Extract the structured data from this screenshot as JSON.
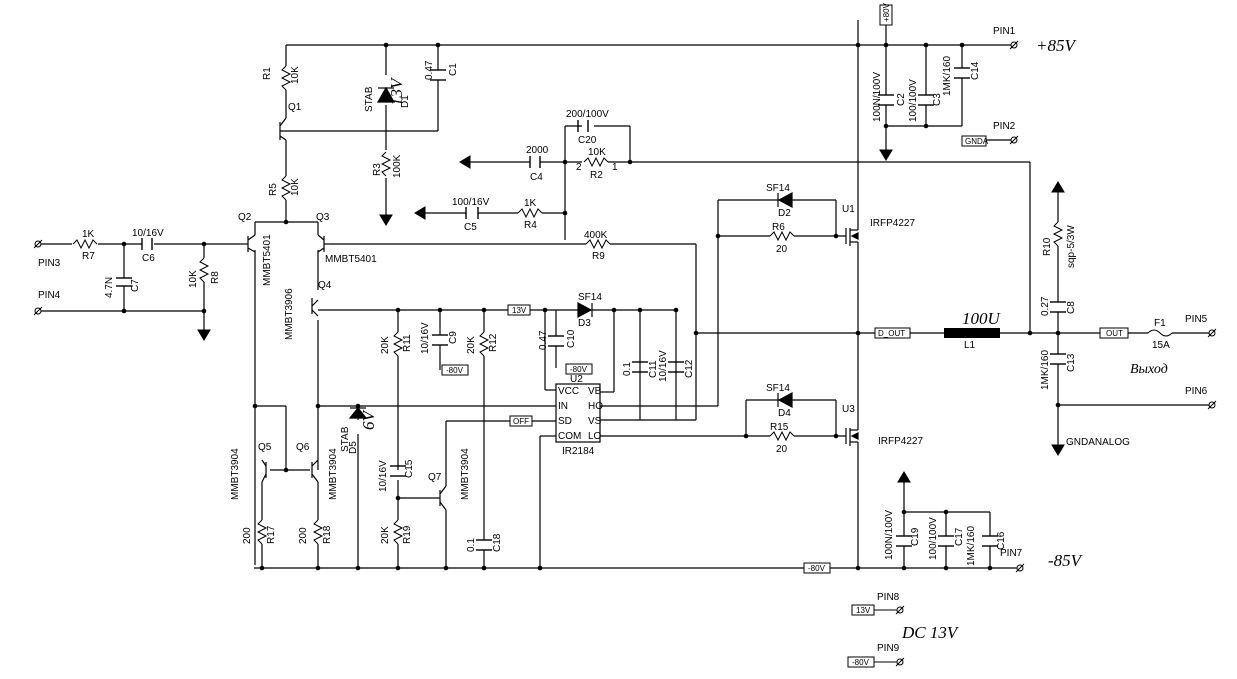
{
  "supply": {
    "pos": "+85V",
    "neg": "-85V",
    "dc13": "DC 13V",
    "out": "Выход",
    "plus80": "+80V"
  },
  "pins": {
    "pin1": "PIN1",
    "pin2": "PIN2",
    "pin3": "PIN3",
    "pin4": "PIN4",
    "pin5": "PIN5",
    "pin6": "PIN6",
    "pin7": "PIN7",
    "pin8": "PIN8",
    "pin9": "PIN9"
  },
  "tags": {
    "gnda": "GNDA",
    "v13": "13V",
    "m80": "-80V",
    "off": "OFF",
    "d_out": "D_OUT",
    "out": "OUT"
  },
  "parts": {
    "r1": "R1",
    "r1v": "10K",
    "q1": "Q1",
    "d1": "D1",
    "d1t": "STAB",
    "d1v": "13V",
    "c1": "C1",
    "c1v": "0.47",
    "r3": "R3",
    "r3v": "100K",
    "r5": "R5",
    "r5v": "10K",
    "c20": "C20",
    "c20v": "200/100V",
    "c4": "C4",
    "c4v": "2000",
    "r2": "R2",
    "r2v": "10K",
    "p2": "2",
    "p1": "1",
    "c5": "C5",
    "c5v": "100/16V",
    "r4": "R4",
    "r4v": "1K",
    "q2": "Q2",
    "q2t": "MMBT5401",
    "q3": "Q3",
    "q3t": "MMBT5401",
    "q4": "Q4",
    "q4t": "MMBT3906",
    "r7": "R7",
    "r7v": "1K",
    "c6": "C6",
    "c6v": "10/16V",
    "c7": "C7",
    "c7v": "4.7N",
    "r8": "R8",
    "r8v": "10K",
    "r9": "R9",
    "r9v": "400K",
    "d2": "D2",
    "d2t": "SF14",
    "r6": "R6",
    "r6v": "20",
    "u1": "U1",
    "u1t": "IRFP4227",
    "d3": "D3",
    "d3t": "SF14",
    "c10": "C10",
    "c10v": "0.47",
    "c11": "C11",
    "c11v": "0.1",
    "c12": "C12",
    "c12v": "10/16V",
    "u2": "U2",
    "u2t": "IR2184",
    "vcc": "VCC",
    "in": "IN",
    "sd": "SD",
    "com": "COM",
    "vb": "VB",
    "ho": "HO",
    "vs": "VS",
    "lo": "LO",
    "r11": "R11",
    "r11v": "20K",
    "c9": "C9",
    "c9v": "10/16V",
    "r12": "R12",
    "r12v": "20K",
    "l1": "L1",
    "l1v": "100U",
    "c8": "C8",
    "c8v": "0.27",
    "r10": "R10",
    "r10v": "sqp-5/3W",
    "c13": "C13",
    "c13v": "1MK/160",
    "f1": "F1",
    "f1v": "15A",
    "d4": "D4",
    "d4t": "SF14",
    "r15": "R15",
    "r15v": "20",
    "u3": "U3",
    "u3t": "IRFP4227",
    "c2": "C2",
    "c2v": "100N/100V",
    "c3": "C3",
    "c3v": "100/100V",
    "c14": "C14",
    "c14v": "1MK/160",
    "c19": "C19",
    "c19v": "100N/100V",
    "c17": "C17",
    "c17v": "100/100V",
    "c16": "C16",
    "c16v": "1MK/160",
    "q5": "Q5",
    "q5t": "MMBT3904",
    "q6": "Q6",
    "q6t": "MMBT3904",
    "d5": "D5",
    "d5t": "STAB",
    "d5v": "6V",
    "c15": "C15",
    "c15v": "10/16V",
    "q7": "Q7",
    "q7t": "MMBT3904",
    "r19": "R19",
    "r19v": "20K",
    "c18": "C18",
    "c18v": "0.1",
    "r17": "R17",
    "r17v": "200",
    "r18": "R18",
    "r18v": "200",
    "gndanalog": "GNDANALOG"
  }
}
